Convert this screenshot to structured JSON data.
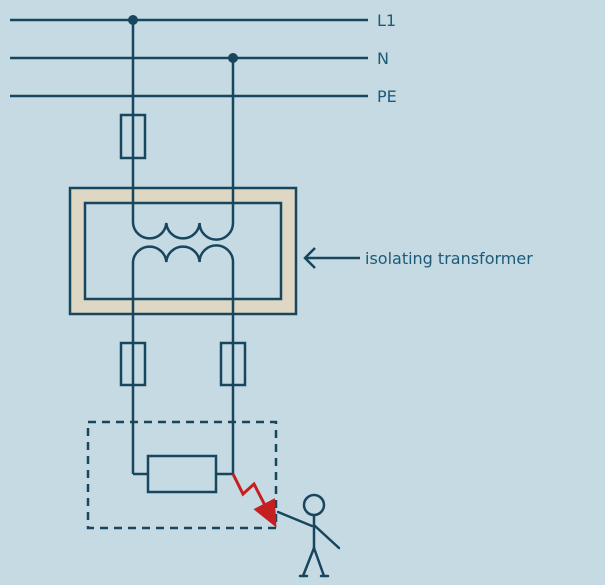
{
  "labels": {
    "l1": "L1",
    "n": "N",
    "pe": "PE",
    "transformer": "isolating transformer"
  },
  "colors": {
    "background": "#c5dae3",
    "wire": "#17465e",
    "label": "#1c5a78",
    "transformer_core": "#ddd7c4",
    "fault": "#c42020"
  }
}
